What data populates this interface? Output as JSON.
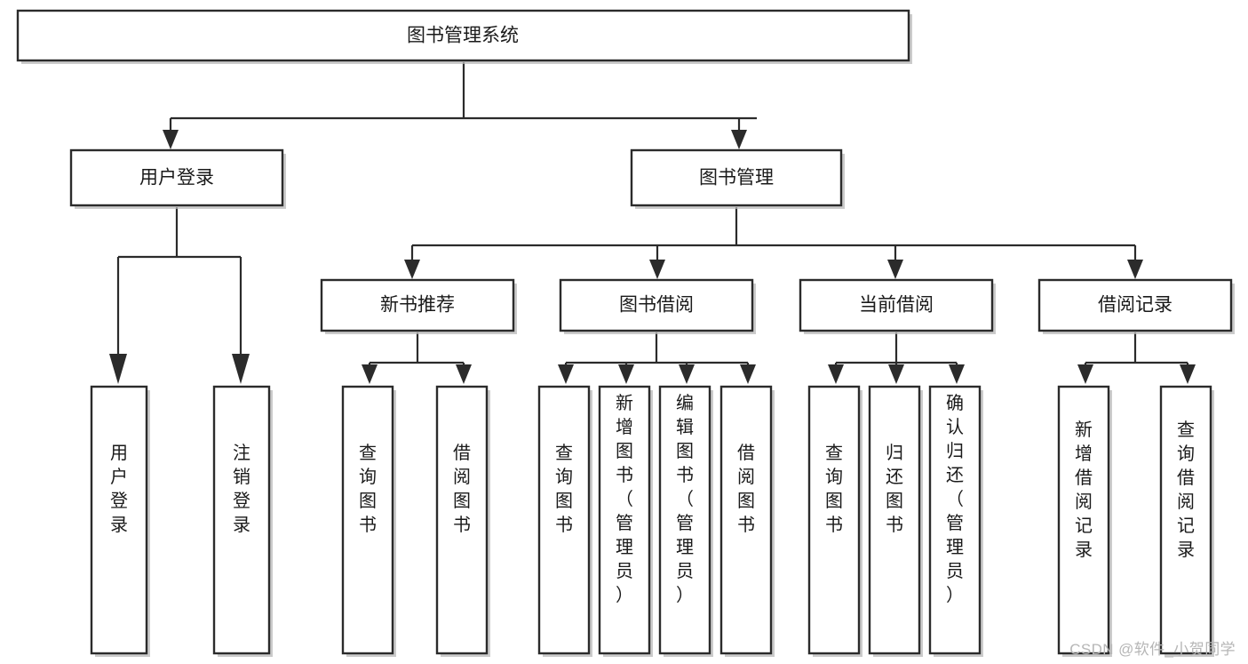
{
  "diagram": {
    "title": "图书管理系统",
    "type": "hierarchy-tree",
    "orientation": "top-down",
    "levels": 4,
    "root": {
      "id": "root",
      "label": "图书管理系统",
      "text_orientation": "horizontal"
    },
    "level2": [
      {
        "id": "user-login",
        "label": "用户登录",
        "text_orientation": "horizontal"
      },
      {
        "id": "book-manage",
        "label": "图书管理",
        "text_orientation": "horizontal"
      }
    ],
    "level3": [
      {
        "id": "new-book-recommend",
        "label": "新书推荐",
        "text_orientation": "horizontal",
        "parent": "book-manage"
      },
      {
        "id": "book-borrow",
        "label": "图书借阅",
        "text_orientation": "horizontal",
        "parent": "book-manage"
      },
      {
        "id": "current-borrow",
        "label": "当前借阅",
        "text_orientation": "horizontal",
        "parent": "book-manage"
      },
      {
        "id": "borrow-record",
        "label": "借阅记录",
        "text_orientation": "horizontal",
        "parent": "book-manage"
      }
    ],
    "leaves": [
      {
        "id": "leaf-user-login",
        "label": "用户登录",
        "parent": "user-login",
        "text_orientation": "vertical"
      },
      {
        "id": "leaf-logout-login",
        "label": "注销登录",
        "parent": "user-login",
        "text_orientation": "vertical"
      },
      {
        "id": "leaf-query-book-1",
        "label": "查询图书",
        "parent": "new-book-recommend",
        "text_orientation": "vertical"
      },
      {
        "id": "leaf-borrow-book-1",
        "label": "借阅图书",
        "parent": "new-book-recommend",
        "text_orientation": "vertical"
      },
      {
        "id": "leaf-query-book-2",
        "label": "查询图书",
        "parent": "book-borrow",
        "text_orientation": "vertical"
      },
      {
        "id": "leaf-add-book",
        "label": "新增图书（管理员）",
        "parent": "book-borrow",
        "text_orientation": "vertical"
      },
      {
        "id": "leaf-edit-book",
        "label": "编辑图书（管理员）",
        "parent": "book-borrow",
        "text_orientation": "vertical"
      },
      {
        "id": "leaf-borrow-book-2",
        "label": "借阅图书",
        "parent": "book-borrow",
        "text_orientation": "vertical"
      },
      {
        "id": "leaf-query-book-3",
        "label": "查询图书",
        "parent": "current-borrow",
        "text_orientation": "vertical"
      },
      {
        "id": "leaf-return-book",
        "label": "归还图书",
        "parent": "current-borrow",
        "text_orientation": "vertical"
      },
      {
        "id": "leaf-confirm-return",
        "label": "确认归还（管理员）",
        "parent": "current-borrow",
        "text_orientation": "vertical"
      },
      {
        "id": "leaf-add-record",
        "label": "新增借阅记录",
        "parent": "borrow-record",
        "text_orientation": "vertical"
      },
      {
        "id": "leaf-query-record",
        "label": "查询借阅记录",
        "parent": "borrow-record",
        "text_orientation": "vertical"
      }
    ]
  },
  "watermark": {
    "text": "CSDN @软件_小贺同学"
  },
  "colors": {
    "box_stroke": "#2b2b2b",
    "box_fill": "#ffffff",
    "connector": "#2b2b2b",
    "text": "#1a1a1a",
    "watermark": "#b6b6b6",
    "background": "#ffffff"
  }
}
